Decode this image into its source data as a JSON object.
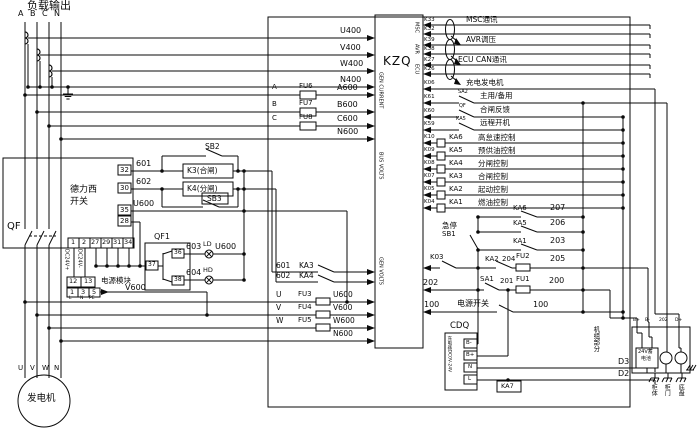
{
  "top": {
    "load_output": "负载输出",
    "phases": [
      "A",
      "B",
      "C",
      "N"
    ]
  },
  "delixi": {
    "line1": "德力西",
    "line2": "开关",
    "qf": "QF",
    "right_terms": [
      "32",
      "30",
      "35",
      "28"
    ],
    "bottom_terms": [
      "1",
      "2",
      "27",
      "29",
      "31",
      "34"
    ],
    "n601": "601",
    "n602": "602",
    "u600": "U600"
  },
  "psu": {
    "dcp": "DC24V+",
    "dcn": "DC24V-",
    "t12": "12",
    "t13": "13",
    "t1": "1",
    "t3": "3",
    "t5": "5",
    "l": "L",
    "n": "N",
    "pe": "PE",
    "label": "电源模块",
    "v600": "V600"
  },
  "qf1": {
    "label": "QF1",
    "t37": "37",
    "t36": "36",
    "t38": "38",
    "n603": "603",
    "ld": "LD",
    "u600": "U600",
    "n604": "604",
    "hd": "HD"
  },
  "kctl": {
    "sb2": "SB2",
    "k3": "K3(合闸)",
    "k4": "K4(分闸)",
    "sb3": "SB3"
  },
  "kzq": {
    "name": "KZQ",
    "v1": "GEN CURRENT",
    "v2": "BUS VOLTS",
    "v3": "GEN VOLTS",
    "msc": "MSC",
    "avr": "AVR",
    "ecu": "ECU",
    "volt_rows": [
      "U400",
      "V400",
      "W400",
      "N400"
    ],
    "fuse_rows": [
      {
        "p": "A",
        "f": "FU6",
        "n": "A600"
      },
      {
        "p": "B",
        "f": "FU7",
        "n": "B600"
      },
      {
        "p": "C",
        "f": "FU8",
        "n": "C600"
      }
    ],
    "n600": "N600"
  },
  "right": {
    "comm": [
      {
        "k1": "K33",
        "k2": "K32",
        "label": "MSC通讯"
      },
      {
        "k1": "K39",
        "k2": "K38",
        "label": "AVR调压"
      },
      {
        "k1": "K27",
        "k2": "K26",
        "label": "ECU CAN通讯"
      }
    ],
    "k06": "K06",
    "charge": "充电发电机",
    "rows": [
      {
        "k": "K61",
        "tag": "SA2",
        "label": "主用/备用"
      },
      {
        "k": "K60",
        "tag": "QF",
        "label": "合闸反馈"
      },
      {
        "k": "K59",
        "tag": "KA5",
        "label": "远程开机"
      }
    ],
    "relays": [
      {
        "k": "K10",
        "coil": "KA6",
        "label": "高怠速控制"
      },
      {
        "k": "K09",
        "coil": "KA5",
        "label": "预供油控制"
      },
      {
        "k": "K08",
        "coil": "KA4",
        "label": "分闸控制"
      },
      {
        "k": "K07",
        "coil": "KA3",
        "label": "合闸控制"
      },
      {
        "k": "K05",
        "coil": "KA2",
        "label": "起动控制"
      },
      {
        "k": "K04",
        "coil": "KA1",
        "label": "燃油控制"
      }
    ]
  },
  "ladder": {
    "estop": "急停",
    "sb1": "SB1",
    "k03": "K03",
    "rows": [
      {
        "c": "KA6",
        "n": "207"
      },
      {
        "c": "KA5",
        "n": "206"
      },
      {
        "c": "KA1",
        "n": "203"
      }
    ],
    "ka2": "KA2",
    "n204": "204",
    "fu2": "FU2",
    "n205": "205",
    "n202": "202",
    "sa1": "SA1",
    "n201": "201",
    "fu1": "FU1",
    "n200": "200",
    "n100a": "100",
    "psw": "电源开关",
    "n100b": "100"
  },
  "bottom": {
    "rows": [
      {
        "n": "601",
        "c": "KA3"
      },
      {
        "n": "602",
        "c": "KA4"
      }
    ],
    "fuses": [
      {
        "p": "U",
        "f": "FU3",
        "n": "U600"
      },
      {
        "p": "V",
        "f": "FU4",
        "n": "V600"
      },
      {
        "p": "W",
        "f": "FU5",
        "n": "W600"
      }
    ],
    "n600": "N600"
  },
  "cdq": {
    "label": "CDQ",
    "vert": "充电器DC0V-24V",
    "terms": [
      "B-",
      "B+",
      "N",
      "L"
    ],
    "ka7": "KA7",
    "d3": "D3",
    "d2": "D2"
  },
  "genset": {
    "label": "机组部分",
    "batt1": "24V蓄",
    "batt2": "电池",
    "terms": [
      "B+",
      "B-",
      "202",
      "D+"
    ],
    "grounds": [
      "柜体",
      "柜门",
      "底盘"
    ]
  },
  "gen": {
    "label": "发电机",
    "terms": [
      "U",
      "V",
      "W",
      "N"
    ]
  }
}
